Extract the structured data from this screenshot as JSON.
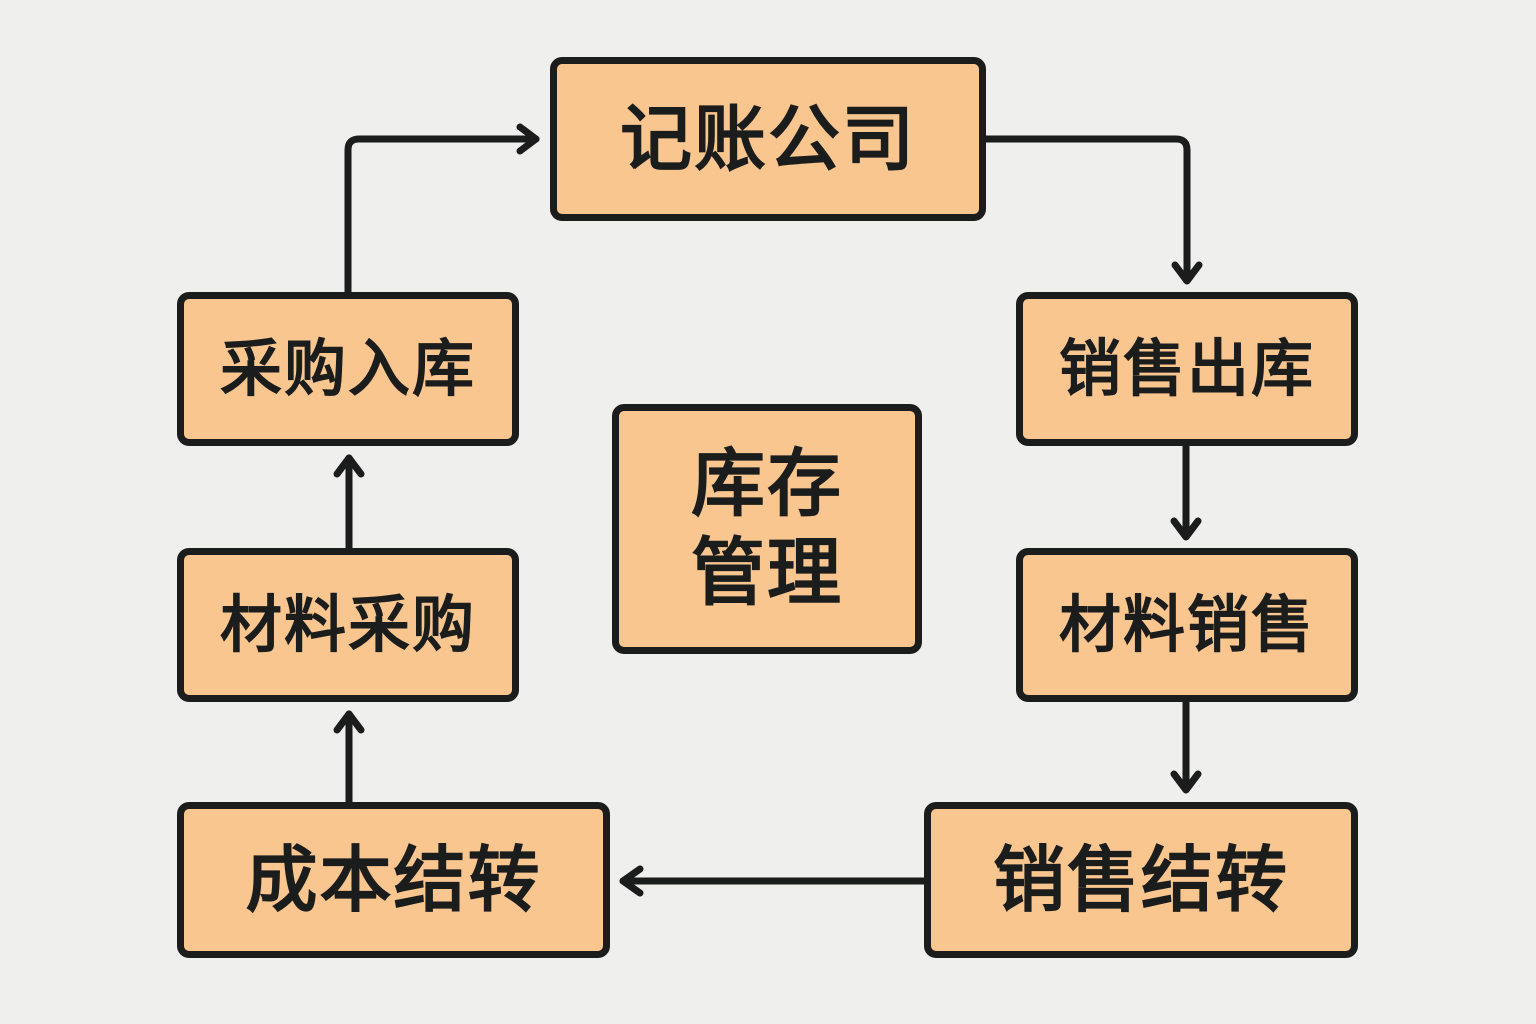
{
  "diagram": {
    "title": "库存管理",
    "colors": {
      "background": "#efefed",
      "node_fill": "#f9c690",
      "stroke": "#1b1d1c"
    },
    "nodes": {
      "bookkeeping_company": "记账公司",
      "sales_outbound": "销售出库",
      "material_sales": "材料销售",
      "sales_carryover": "销售结转",
      "cost_carryover": "成本结转",
      "material_purchase": "材料采购",
      "purchase_inbound": "采购入库",
      "inventory_management_line1": "库存",
      "inventory_management_line2": "管理"
    },
    "edges": [
      {
        "from": "记账公司",
        "to": "销售出库"
      },
      {
        "from": "销售出库",
        "to": "材料销售"
      },
      {
        "from": "材料销售",
        "to": "销售结转"
      },
      {
        "from": "销售结转",
        "to": "成本结转"
      },
      {
        "from": "成本结转",
        "to": "材料采购"
      },
      {
        "from": "材料采购",
        "to": "采购入库"
      },
      {
        "from": "采购入库",
        "to": "记账公司"
      }
    ]
  }
}
